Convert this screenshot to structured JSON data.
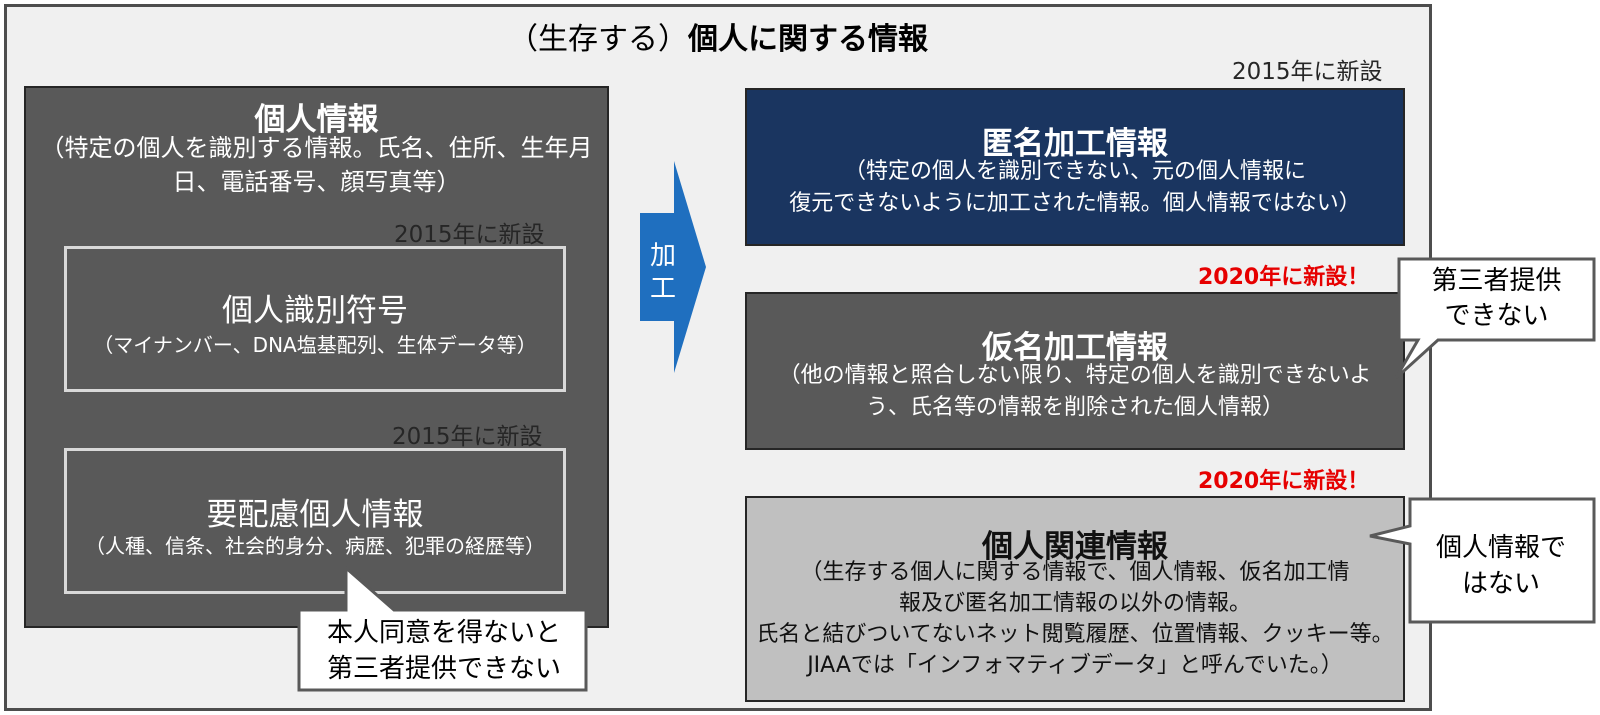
{
  "title": {
    "prefix": "（生存する）",
    "main": "個人に関する情報"
  },
  "personal_info": {
    "title": "個人情報",
    "desc_line1": "（特定の個人を識別する情報。氏名、住所、生年月",
    "desc_line2": "日、電話番号、顔写真等）",
    "identifier": {
      "new_label": "2015年に新設",
      "title": "個人識別符号",
      "desc": "（マイナンバー、DNA塩基配列、生体データ等）"
    },
    "sensitive": {
      "new_label": "2015年に新設",
      "title": "要配慮個人情報",
      "desc": "（人種、信条、社会的身分、病歴、犯罪の経歴等）"
    },
    "callout_line1": "本人同意を得ないと",
    "callout_line2": "第三者提供できない"
  },
  "arrow": {
    "char1": "加",
    "char2": "工"
  },
  "anonymized": {
    "new_label": "2015年に新設",
    "title": "匿名加工情報",
    "desc_line1": "（特定の個人を識別できない、元の個人情報に",
    "desc_line2": "復元できないように加工された情報。個人情報ではない）"
  },
  "pseudonymized": {
    "new_label": "2020年に新設！",
    "title": "仮名加工情報",
    "desc_line1": "（他の情報と照合しない限り、特定の個人を識別できないよ",
    "desc_line2": "う、氏名等の情報を削除された個人情報）",
    "callout_line1": "第三者提供",
    "callout_line2": "できない"
  },
  "related": {
    "new_label": "2020年に新設！",
    "title": "個人関連情報",
    "desc_line1": "（生存する個人に関する情報で、個人情報、仮名加工情",
    "desc_line2": "報及び匿名加工情報の以外の情報。",
    "desc_line3": "氏名と結びついてないネット閲覧履歴、位置情報、クッキー等。",
    "desc_line4": "JIAAでは「インフォマティブデータ」と呼んでいた。）",
    "callout_line1": "個人情報で",
    "callout_line2": "はない"
  },
  "colors": {
    "dark_gray": "#595959",
    "navy": "#1a3560",
    "light_gray": "#c0c0c0",
    "arrow_blue": "#1f6fbf",
    "red": "#e60000"
  }
}
